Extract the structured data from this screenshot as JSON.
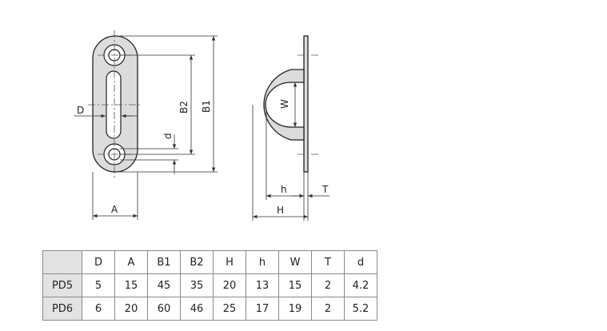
{
  "diagram": {
    "labels": {
      "D": "D",
      "A": "A",
      "B1": "B1",
      "B2": "B2",
      "d": "d",
      "W": "W",
      "h": "h",
      "H": "H",
      "T": "T"
    }
  },
  "table": {
    "columns": [
      "D",
      "A",
      "B1",
      "B2",
      "H",
      "h",
      "W",
      "T",
      "d"
    ],
    "rows": [
      {
        "model": "PD5",
        "values": [
          "5",
          "15",
          "45",
          "35",
          "20",
          "13",
          "15",
          "2",
          "4.2"
        ]
      },
      {
        "model": "PD6",
        "values": [
          "6",
          "20",
          "60",
          "46",
          "25",
          "17",
          "19",
          "2",
          "5.2"
        ]
      }
    ]
  }
}
